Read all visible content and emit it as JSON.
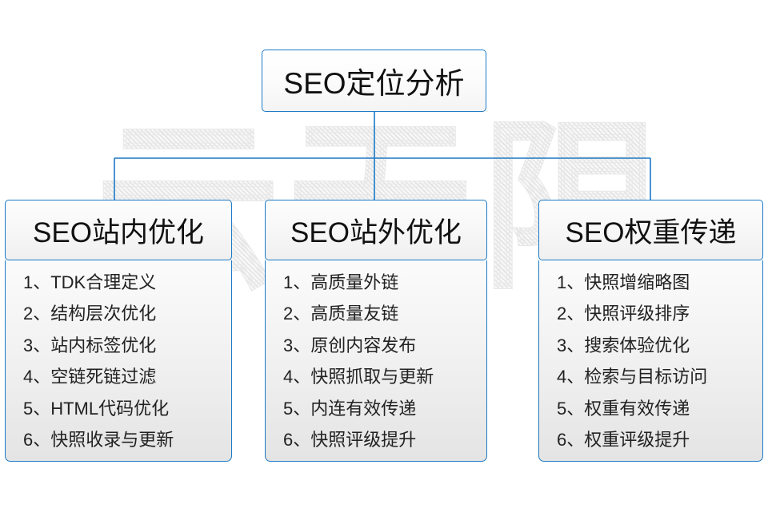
{
  "diagram": {
    "root": {
      "label": "SEO定位分析"
    },
    "accent_color": "#1c79c6",
    "watermark_text": "云无限",
    "columns": [
      {
        "header": "SEO站内优化",
        "items": [
          "1、TDK合理定义",
          "2、结构层次优化",
          "3、站内标签优化",
          "4、空链死链过滤",
          "5、HTML代码优化",
          "6、快照收录与更新"
        ]
      },
      {
        "header": "SEO站外优化",
        "items": [
          "1、高质量外链",
          "2、高质量友链",
          "3、原创内容发布",
          "4、快照抓取与更新",
          "5、内连有效传递",
          "6、快照评级提升"
        ]
      },
      {
        "header": "SEO权重传递",
        "items": [
          "1、快照增缩略图",
          "2、快照评级排序",
          "3、搜索体验优化",
          "4、检索与目标访问",
          "5、权重有效传递",
          "6、权重评级提升"
        ]
      }
    ]
  }
}
